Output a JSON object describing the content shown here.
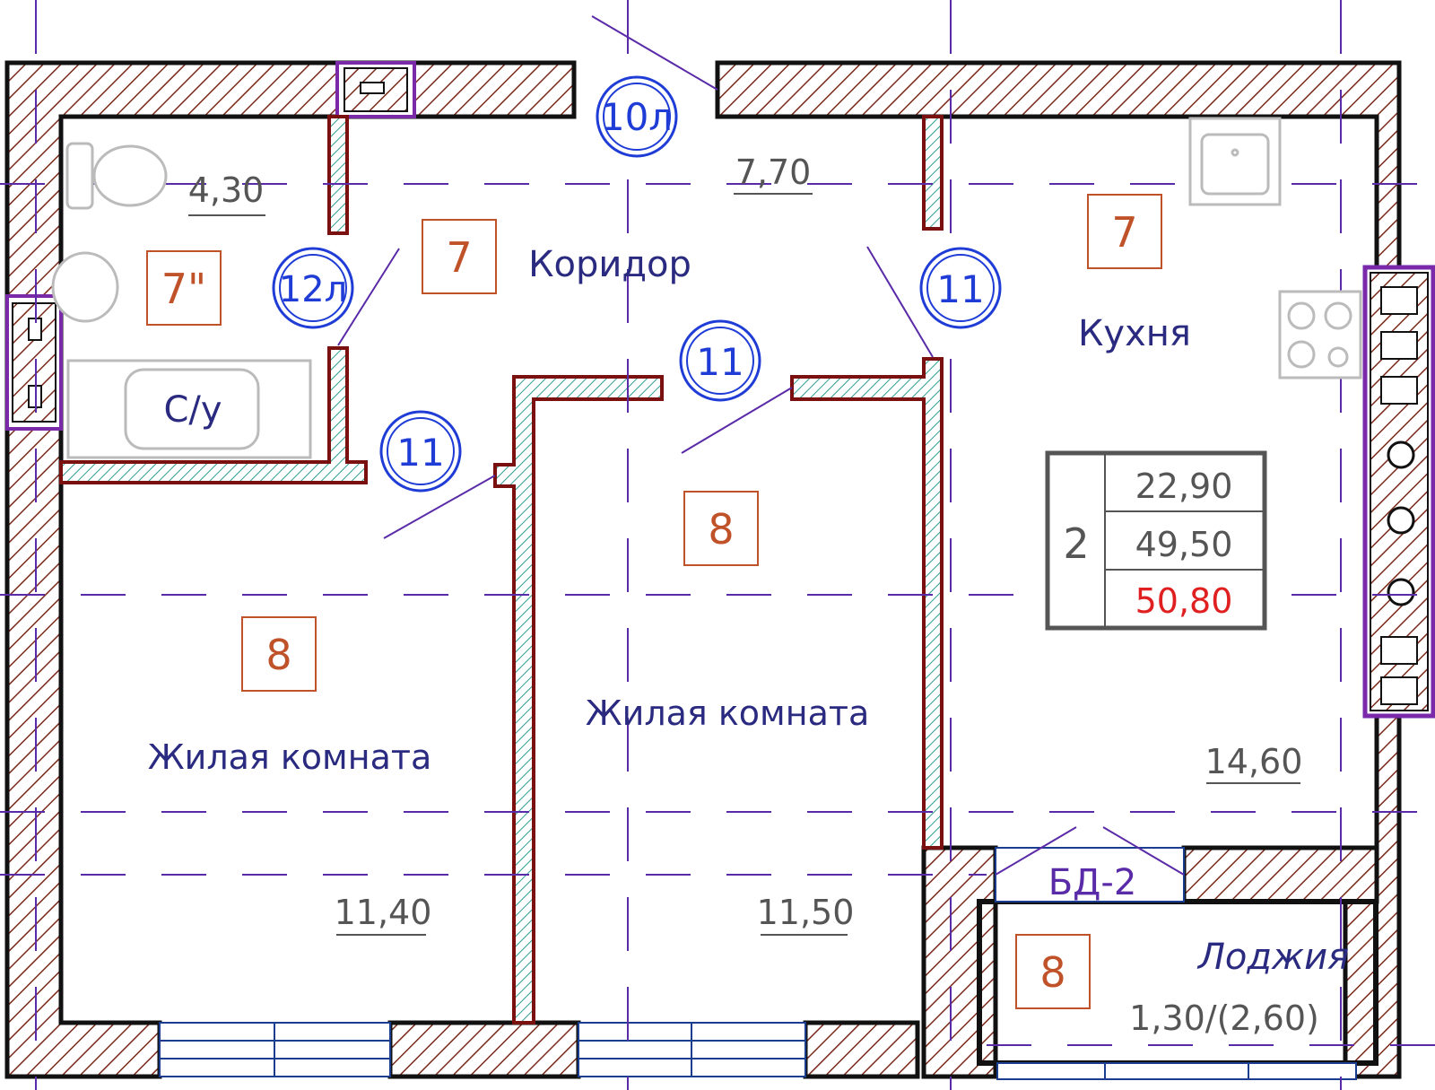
{
  "colors": {
    "wall_outline": "#111111",
    "wall_hatch": "#7a2a1a",
    "partition_outline": "#7a1010",
    "partition_hatch": "#2f9e8f",
    "grid_line": "#5a2ba8",
    "room_text": "#2a2a80",
    "area_text": "#555555",
    "door_circle": "#1f3dd6",
    "code_box": "#c0522a",
    "total_red": "#e02020",
    "duct_frame": "#7a2aa8"
  },
  "rooms": {
    "bath": {
      "label": "С/у",
      "area": "4,30",
      "code": "7\""
    },
    "corridor": {
      "label": "Коридор",
      "area": "7,70",
      "code": "7"
    },
    "kitchen": {
      "label": "Кухня",
      "area": "14,60",
      "code": "7"
    },
    "living_left": {
      "label": "Жилая комната",
      "area": "11,40",
      "code": "8"
    },
    "living_right": {
      "label": "Жилая комната",
      "area": "11,50",
      "code": "8"
    },
    "loggia": {
      "label": "Лоджия",
      "area": "1,30/(2,60)",
      "code": "8"
    }
  },
  "doors": {
    "entrance": "10л",
    "bath": "12л",
    "living_left": "11",
    "living_right": "11",
    "kitchen": "11",
    "balcony": "БД-2"
  },
  "summary": {
    "rooms_count": "2",
    "living_area": "22,90",
    "total_area": "49,50",
    "total_with_loggia": "50,80"
  }
}
